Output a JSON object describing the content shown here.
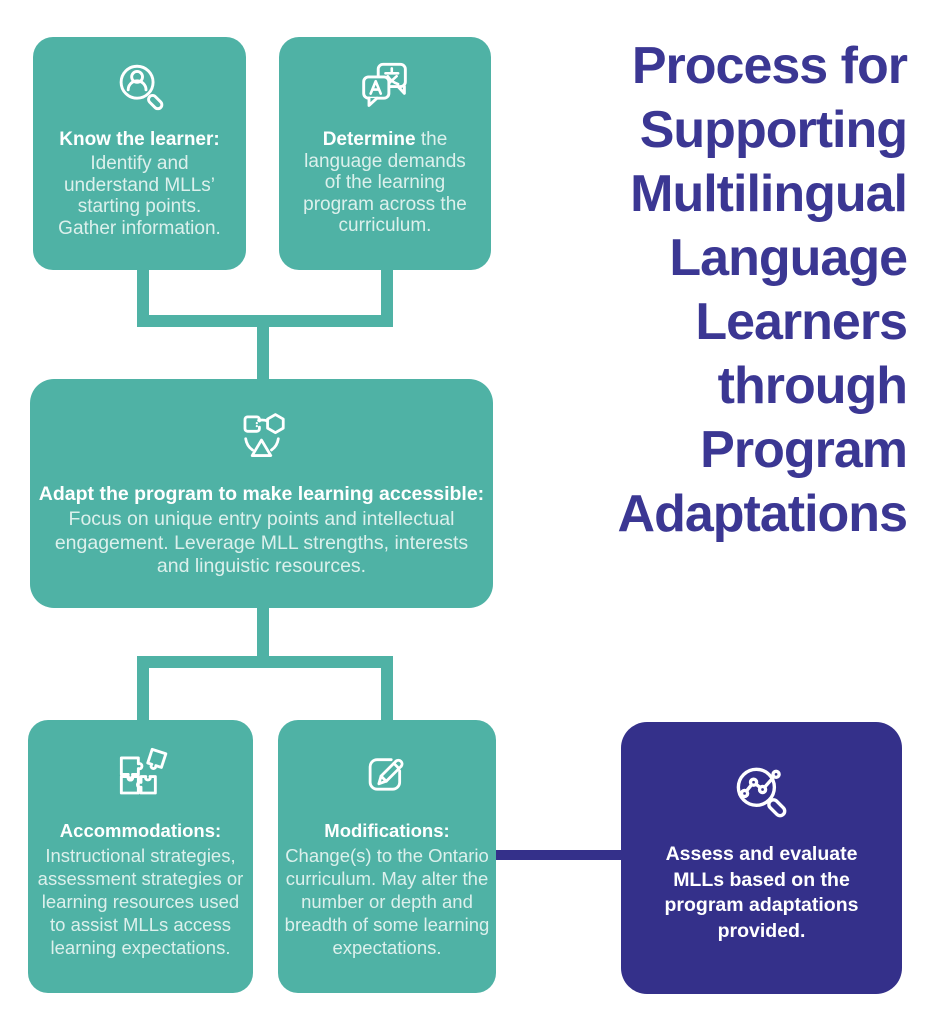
{
  "palette": {
    "teal": "#4fb2a5",
    "navy": "#34308a",
    "title_color": "#3b3793",
    "card_body_text": "#dcf0ec",
    "card_heading_text": "#ffffff",
    "background": "#ffffff"
  },
  "title": "Process for\nSupporting\nMultilingual\nLanguage\nLearners\nthrough\nProgram\nAdaptations",
  "cards": {
    "know": {
      "icon": "learner-magnifier-icon",
      "heading": "Know the learner:",
      "body": "Identify and\nunderstand MLLs’\nstarting points.\nGather information."
    },
    "determine": {
      "icon": "translation-bubbles-icon",
      "lead": "Determine",
      "body": " the\nlanguage demands\nof the learning\nprogram across the\ncurriculum."
    },
    "adapt": {
      "icon": "shapes-network-icon",
      "heading": "Adapt the program to make learning accessible:",
      "body": "Focus on unique entry points and intellectual\nengagement. Leverage MLL strengths, interests\nand linguistic resources."
    },
    "accommodations": {
      "icon": "puzzle-pieces-icon",
      "heading": "Accommodations:",
      "body": "Instructional strategies,\nassessment strategies or\nlearning resources used\nto assist MLLs access\nlearning expectations."
    },
    "modifications": {
      "icon": "edit-pencil-icon",
      "heading": "Modifications:",
      "body": "Change(s) to the Ontario\ncurriculum. May alter the\nnumber or depth and\nbreadth of some learning\nexpectations."
    },
    "assess": {
      "icon": "chart-magnifier-icon",
      "body": "Assess and evaluate\nMLLs based on the\nprogram adaptations\nprovided."
    }
  }
}
